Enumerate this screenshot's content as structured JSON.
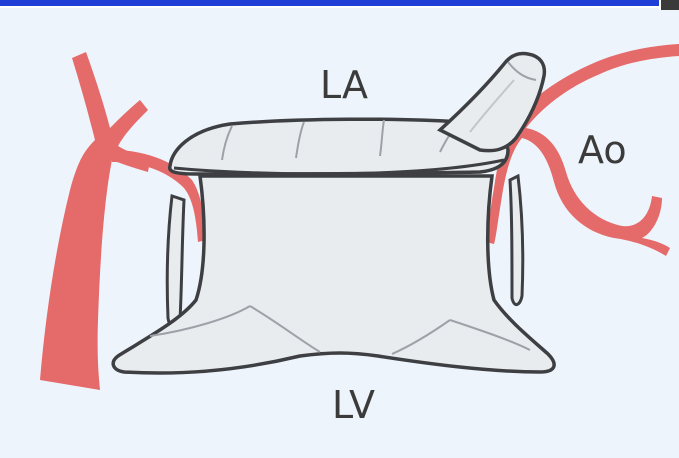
{
  "labels": {
    "left_atrium": "LA",
    "aorta": "Ao",
    "left_ventricle": "LV"
  },
  "colors": {
    "background": "#eef4fb",
    "top_bar": "#1f3fd6",
    "vessel": "#e56a6a",
    "valve_fill": "#e9ecef",
    "valve_outline": "#3e3f43",
    "label_text": "#3b3b3b"
  }
}
